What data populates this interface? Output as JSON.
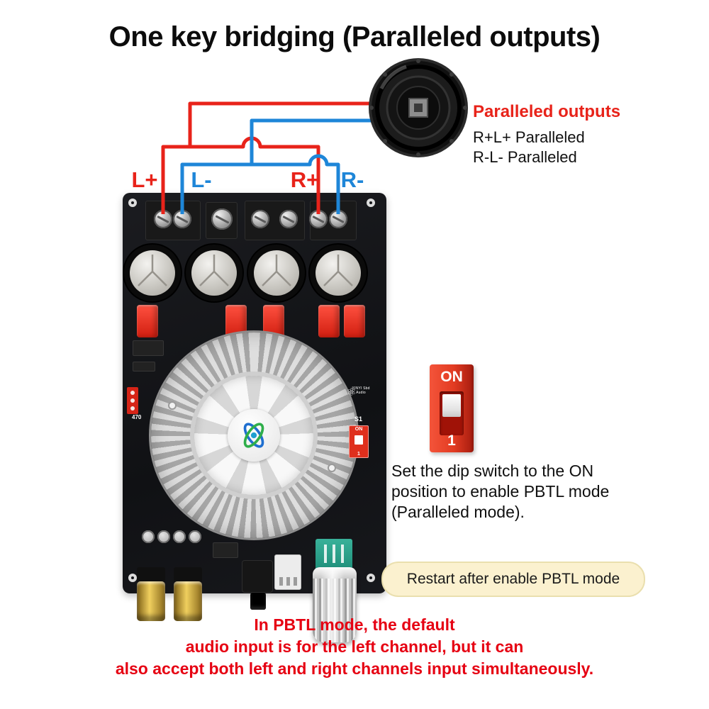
{
  "title": "One key bridging (Paralleled outputs)",
  "speaker_callout": {
    "heading": "Paralleled outputs",
    "lines": [
      "R+L+ Paralleled",
      "R-L- Paralleled"
    ]
  },
  "wire_labels": {
    "l_plus": "L+",
    "l_minus": "L-",
    "r_plus": "R+",
    "r_minus": "R-"
  },
  "dip_switch_graphic": {
    "on_label": "ON",
    "position_label": "1"
  },
  "board": {
    "switch_name": "S1",
    "switch_on": "ON",
    "switch_pos": "1",
    "silkscreen_logo": "XINYI Sbd Audio",
    "silkscreen_value": "470"
  },
  "instructions": {
    "dip_lines": [
      "Set the dip switch to the ON",
      "position to enable PBTL mode",
      "(Paralleled mode)."
    ],
    "restart_note": "Restart after enable PBTL mode",
    "pbtl_lines": [
      "In PBTL mode, the default",
      "audio input is for the left channel, but it can",
      "also accept both left and right channels input simultaneously."
    ]
  },
  "colors": {
    "wire_positive": "#e8231a",
    "wire_negative": "#1e86d8",
    "note_red": "#e60012",
    "dip_red": "#e23b22",
    "pill_bg": "#fbf1cf",
    "pill_border": "#eadfae"
  }
}
